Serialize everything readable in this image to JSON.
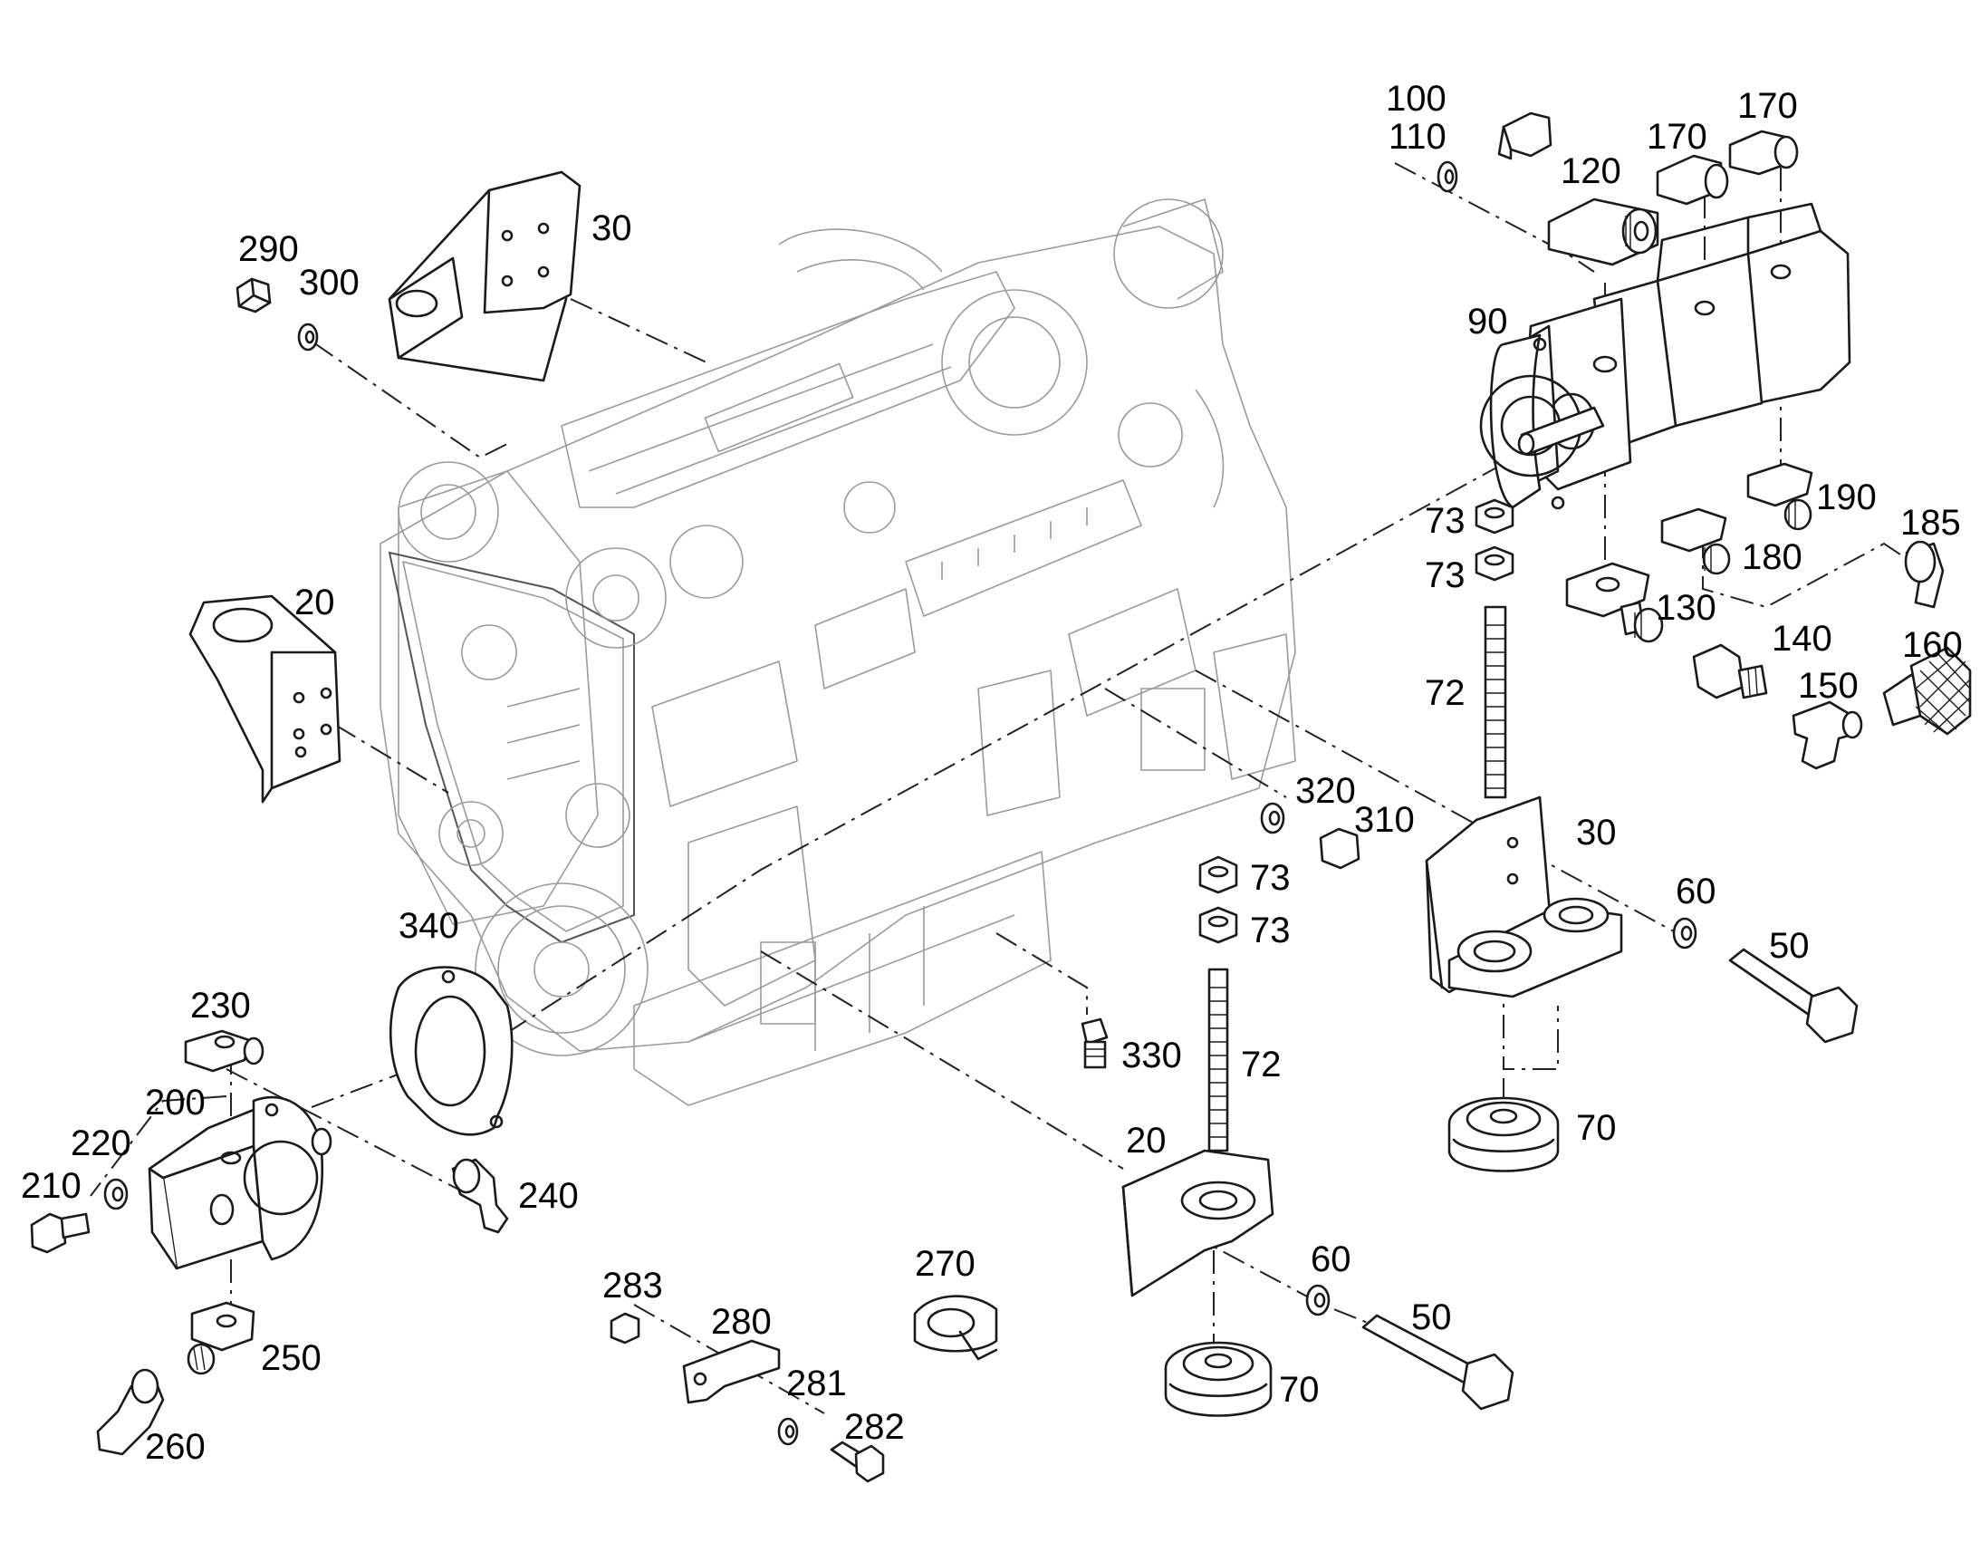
{
  "callouts": [
    "100",
    "110",
    "170",
    "170",
    "120",
    "90",
    "290",
    "300",
    "30",
    "20",
    "73",
    "73",
    "72",
    "185",
    "190",
    "180",
    "130",
    "140",
    "160",
    "150",
    "320",
    "310",
    "30",
    "60",
    "50",
    "73",
    "73",
    "72",
    "340",
    "330",
    "70",
    "230",
    "200",
    "220",
    "210",
    "240",
    "20",
    "60",
    "50",
    "70",
    "283",
    "280",
    "270",
    "281",
    "282",
    "250",
    "260"
  ]
}
